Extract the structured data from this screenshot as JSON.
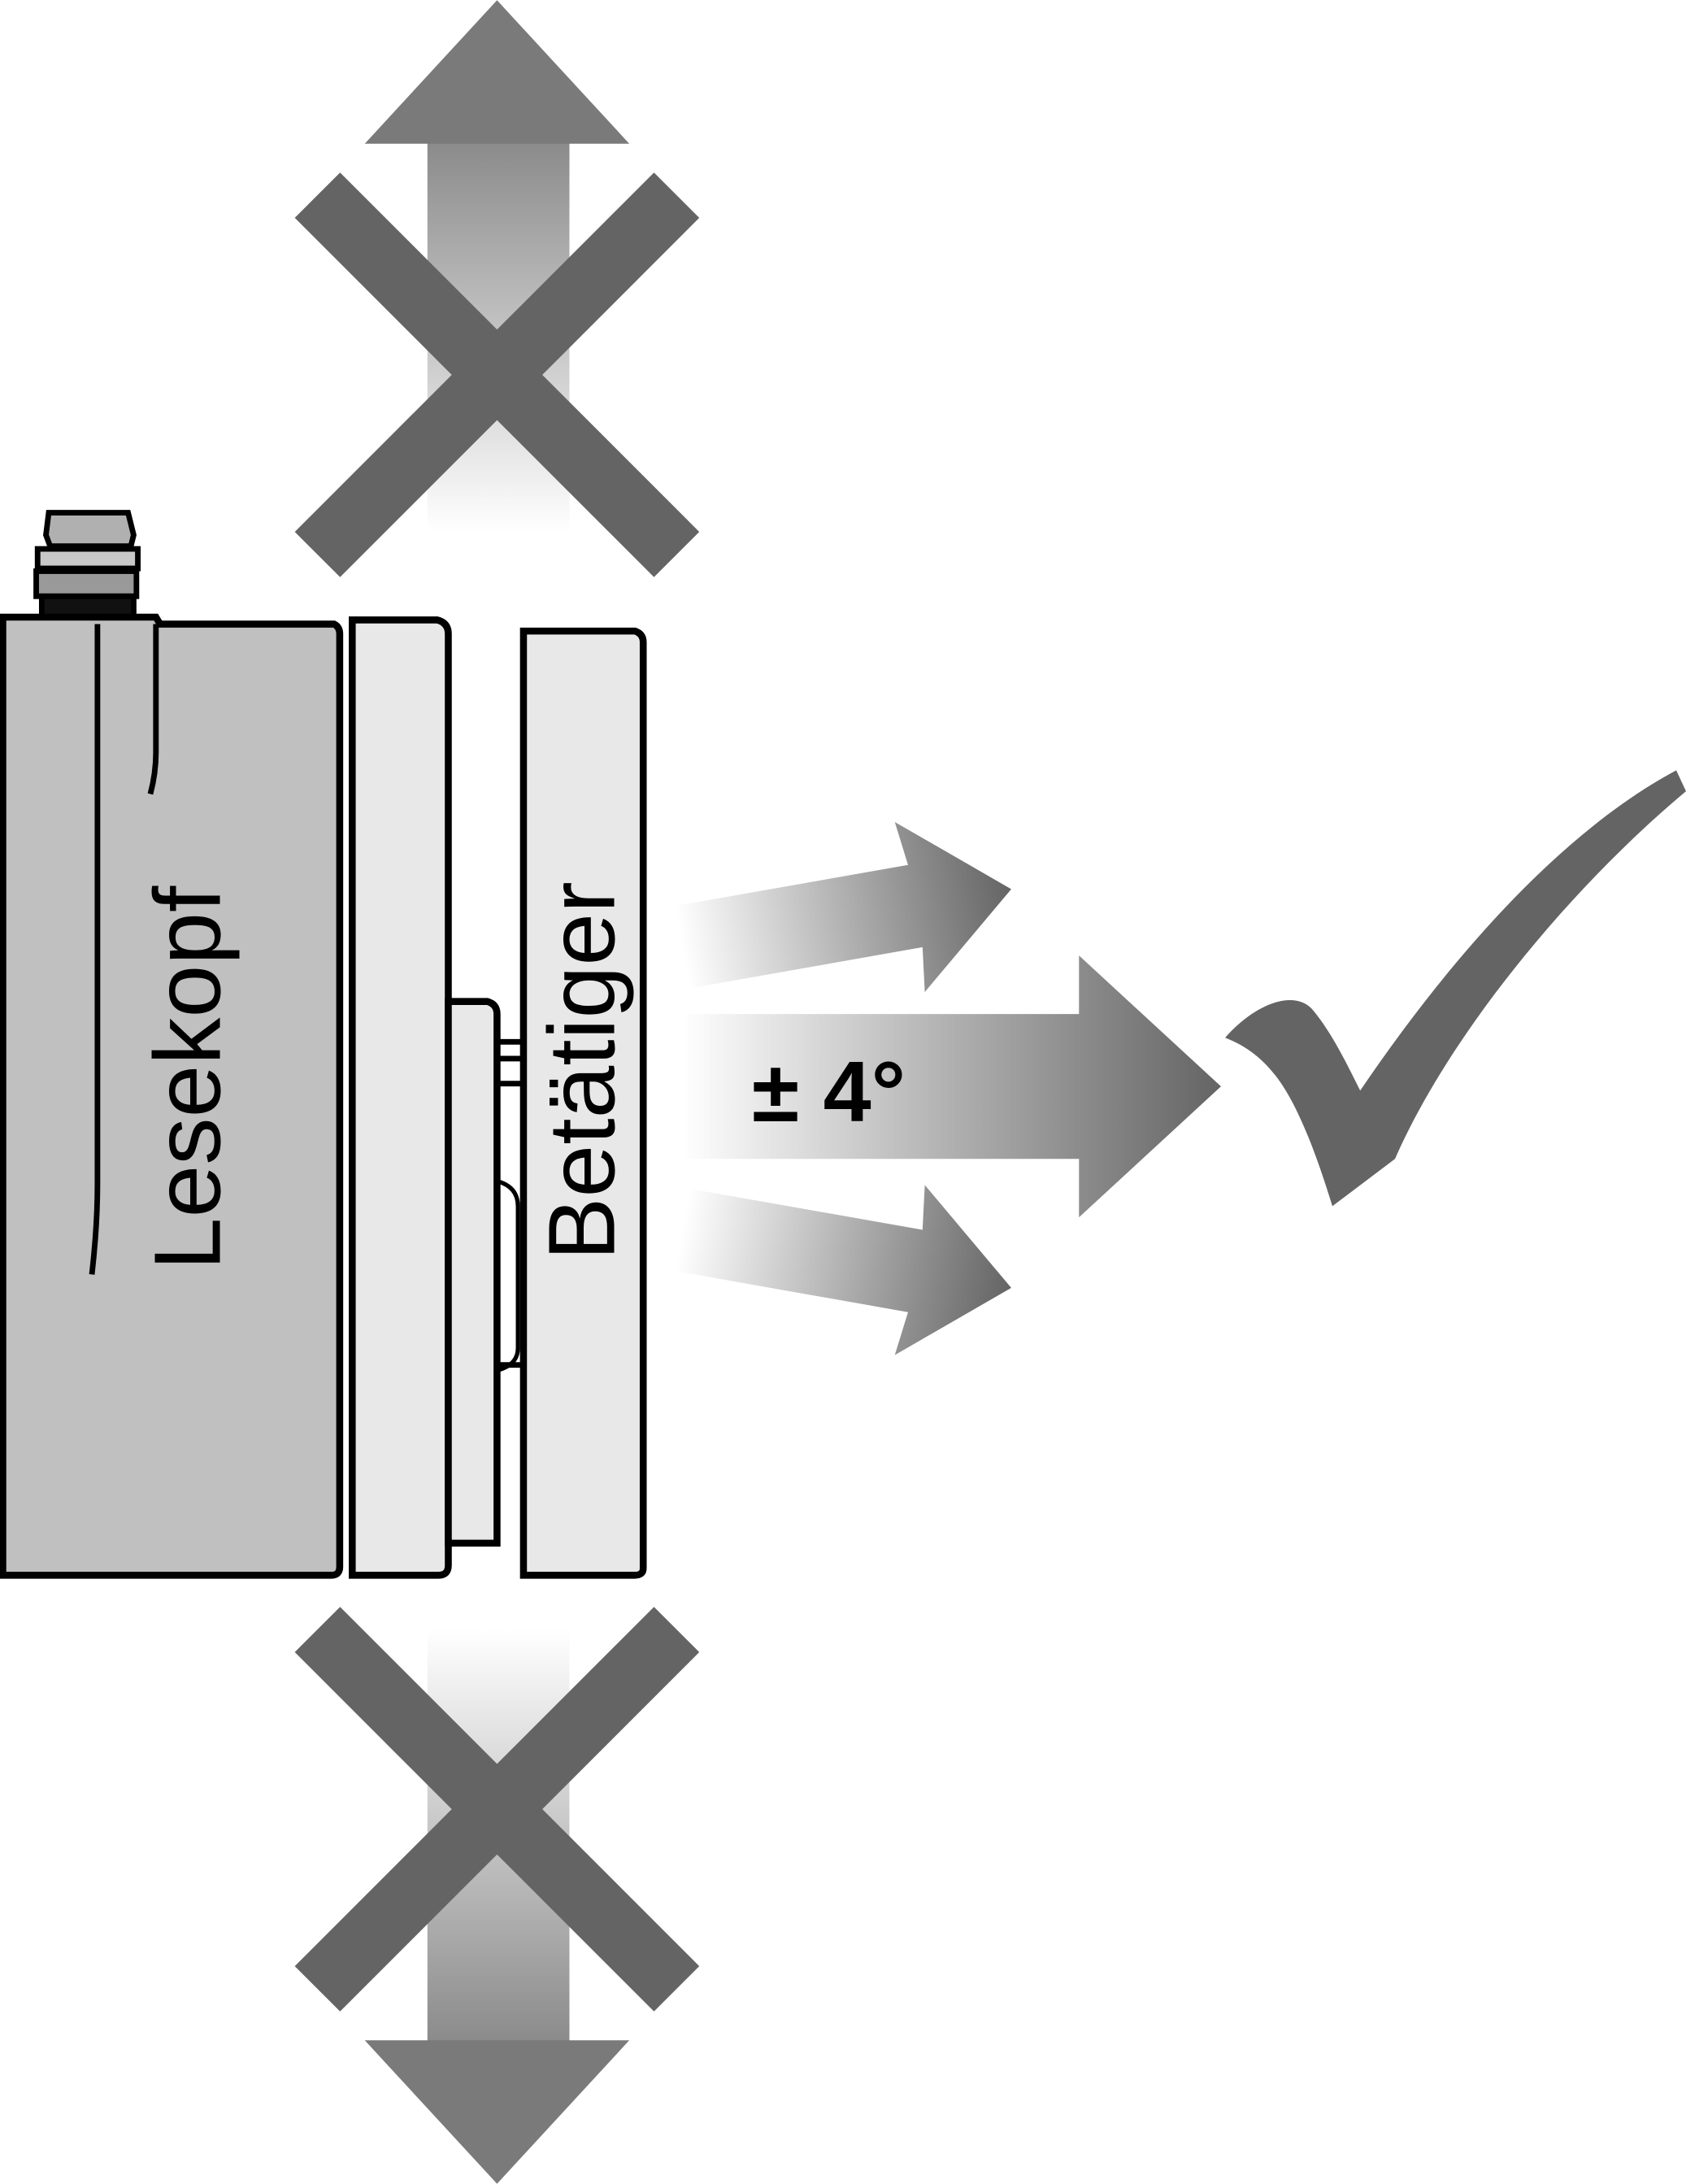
{
  "labels": {
    "reader_head": "Lesekopf",
    "actuator": "Betätiger",
    "angle_tolerance": "± 4°"
  },
  "colors": {
    "dark_gray": "#646464",
    "reader_fill": "#c0c0c0",
    "plate_fill": "#e8e8e8",
    "outline": "#000000"
  },
  "icons": [
    "arrow-up-icon",
    "cross-icon",
    "arrow-down-icon",
    "arrow-right-icon",
    "check-icon"
  ]
}
